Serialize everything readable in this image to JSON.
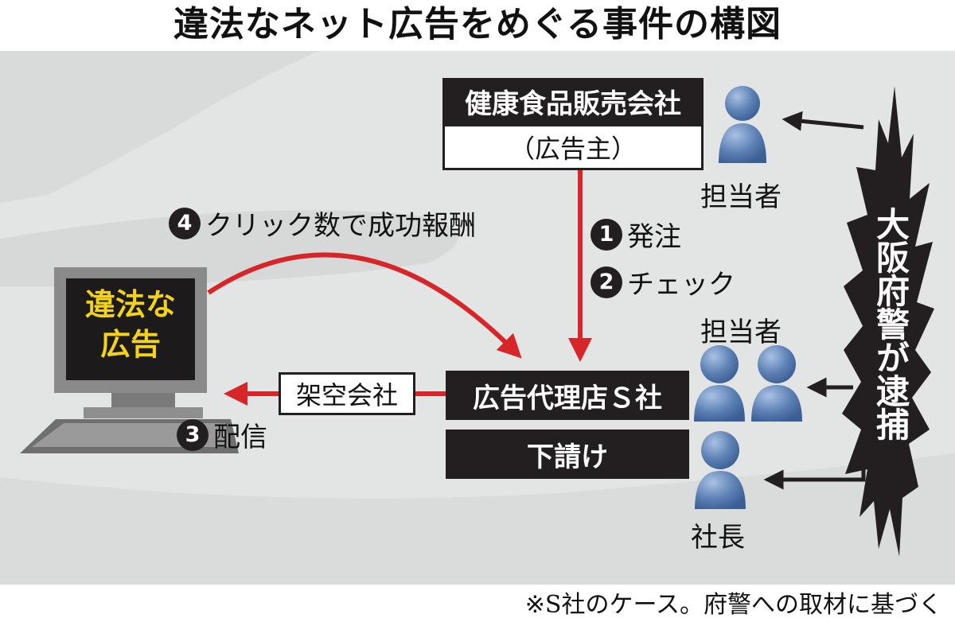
{
  "title": "違法なネット広告をめぐる事件の構図",
  "advertiser": {
    "company": "健康食品販売会社",
    "role": "（広告主）",
    "person_label": "担当者"
  },
  "agency": {
    "company": "広告代理店Ｓ社",
    "subcontract": "下請け",
    "person_label": "担当者",
    "president_label": "社長"
  },
  "shell_company": "架空会社",
  "monitor_text": "違法な\n広告",
  "steps": [
    {
      "num": "1",
      "text": "発注"
    },
    {
      "num": "2",
      "text": "チェック"
    },
    {
      "num": "3",
      "text": "配信"
    },
    {
      "num": "4",
      "text": "クリック数で成功報酬"
    }
  ],
  "police": "大阪府警が逮捕",
  "footnote": "※S社のケース。府警への取材に基づく",
  "colors": {
    "arrow_red": "#d7262a",
    "dark_box": "#231f20",
    "person_blue": "#5b7fb3",
    "screen_yellow": "#f2d21a",
    "background_gray": "#e3e4e4"
  }
}
